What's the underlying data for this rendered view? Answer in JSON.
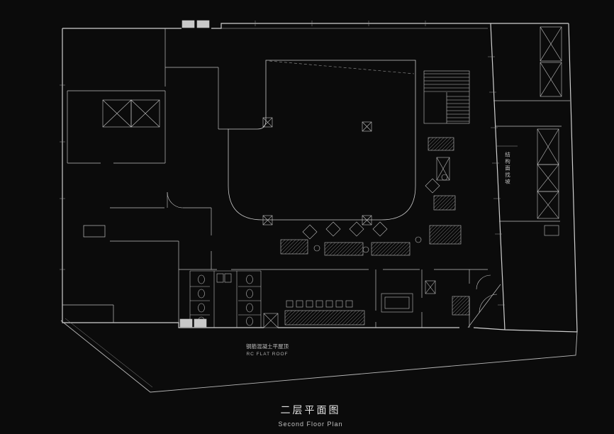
{
  "canvas": {
    "background": "#0b0b0b",
    "line_color": "#c9c9c9",
    "thin_line_color": "#9a9a9a"
  },
  "annotations": {
    "slope_note": "结构面找坡",
    "roof_label_cn": "钢筋混凝土平屋顶",
    "roof_label_en": "RC FLAT ROOF"
  },
  "title": {
    "cn": "二层平面图",
    "en": "Second Floor Plan"
  }
}
